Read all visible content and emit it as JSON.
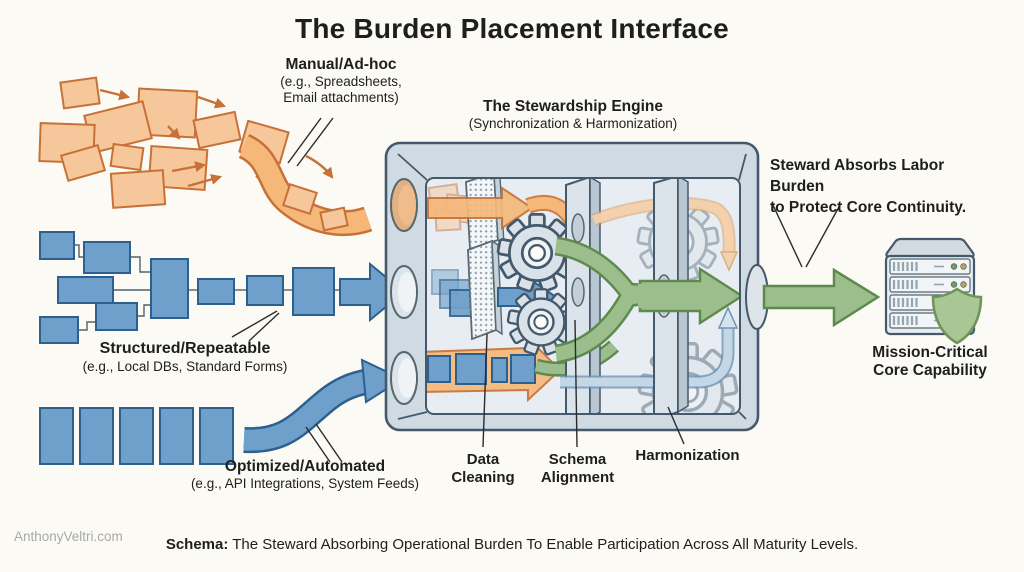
{
  "title": "The Burden Placement Interface",
  "watermark": "AnthonyVeltri.com",
  "caption": {
    "prefix": "Schema:",
    "text": " The Steward Absorbing Operational Burden To Enable Participation Across All Maturity Levels."
  },
  "inputs": {
    "manual": {
      "label": "Manual/Ad-hoc",
      "sub1": "(e.g., Spreadsheets,",
      "sub2": "Email attachments)"
    },
    "structured": {
      "label": "Structured/Repeatable",
      "sub": "(e.g., Local DBs, Standard Forms)"
    },
    "optimized": {
      "label": "Optimized/Automated",
      "sub": "(e.g., API Integrations, System Feeds)"
    }
  },
  "engine": {
    "title": "The Stewardship Engine",
    "subtitle": "(Synchronization & Harmonization)",
    "stages": {
      "cleaning": {
        "line1": "Data",
        "line2": "Cleaning"
      },
      "alignment": {
        "line1": "Schema",
        "line2": "Alignment"
      },
      "harmonization": {
        "label": "Harmonization"
      }
    }
  },
  "output": {
    "annotation_line1": "Steward Absorbs Labor Burden",
    "annotation_line2": "to Protect Core Continuity.",
    "target_line1": "Mission-Critical",
    "target_line2": "Core Capability"
  },
  "colors": {
    "bg": "#FBFAF5",
    "text": "#1E1E1E",
    "orange_fill": "#F6C79B",
    "orange_stroke": "#C87137",
    "orange_arrow": "#F5B879",
    "blue_fill": "#6FA0CB",
    "blue_stroke": "#2E608F",
    "engine_fill": "#CFDAE2",
    "engine_inner": "#E7EDF2",
    "outline": "#44596B",
    "green_fill": "#9CBE8C",
    "green_stroke": "#5F8A4F",
    "slab": "#DCE4EB",
    "slab_side": "#B9C7D2",
    "watermark": "#A9A9A9"
  }
}
